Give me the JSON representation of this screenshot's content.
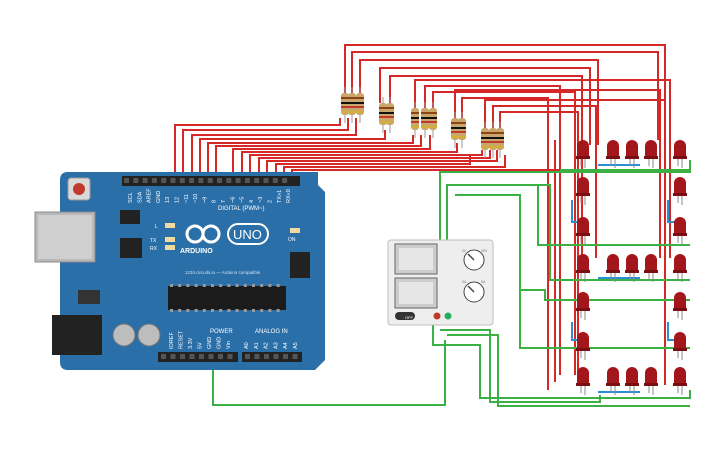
{
  "arduino": {
    "brand": "ARDUINO",
    "model": "UNO",
    "site": "1234.circuits.io — Arduino compatible",
    "digital_label": "DIGITAL (PWM~)",
    "power_label": "POWER",
    "analog_label": "ANALOG IN",
    "led_on": "ON",
    "led_l": "L",
    "led_tx": "TX",
    "led_rx": "RX",
    "top_pins": [
      "SCL",
      "SDA",
      "AREF",
      "GND",
      "13",
      "12",
      "~11",
      "~10",
      "~9",
      "8",
      "7",
      "~6",
      "~5",
      "4",
      "~3",
      "2",
      "TX»1",
      "RX«0"
    ],
    "bottom_pins": [
      "IOREF",
      "RESET",
      "3.3V",
      "5V",
      "GND",
      "GND",
      "Vin"
    ],
    "analog_pins": [
      "A0",
      "A1",
      "A2",
      "A3",
      "A4",
      "A5"
    ]
  },
  "power_supply": {
    "switch_label": "OFF",
    "knob_top_min": "0V",
    "knob_top_max": "30V",
    "knob_bottom_min": "0A",
    "knob_bottom_max": "5A"
  },
  "colors": {
    "board": "#2b6fa9",
    "wire_red": "#d72828",
    "wire_green": "#3bb143",
    "wire_blue": "#2a8fd4",
    "led": "#a3161b",
    "resistor": "#c9a66b"
  }
}
